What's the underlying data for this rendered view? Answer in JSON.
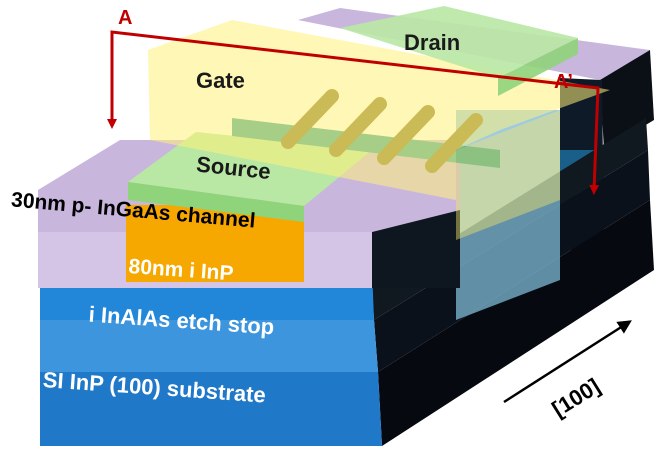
{
  "labels": {
    "drain": "Drain",
    "gate": "Gate",
    "source": "Source",
    "cut_start": "A",
    "cut_end": "A’",
    "channel_layer": "30nm p- InGaAs channel",
    "inp_layer": "80nm i InP",
    "etch_stop_layer": "i InAlAs etch stop",
    "substrate_layer": "SI InP (100) substrate",
    "direction": "[100]"
  },
  "colors": {
    "substrate": "#1f78c8",
    "etch_stop": "#3d95de",
    "inp": "#2287d8",
    "channel_top": "#c9b6dd",
    "channel_front": "#d4c4e6",
    "channel_orange": "#f7a800",
    "contact_green": "#b9e8a4",
    "gate_yellow": "#fff07a",
    "nanowire": "#8a7a2a",
    "teal_strip": "#3aa596",
    "dark_side": "#0b0f16",
    "cut_line": "#c00000",
    "axis_arrow": "#000000"
  }
}
